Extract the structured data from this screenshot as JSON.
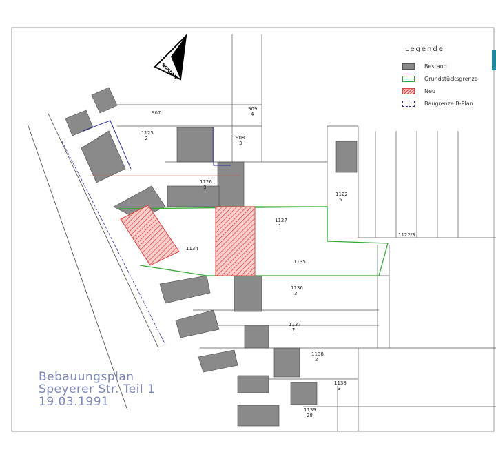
{
  "legend": {
    "title": "Legende",
    "items": [
      {
        "label": "Bestand",
        "color": "#8a8a8a"
      },
      {
        "label": "Grundstücksgrenze",
        "color": "#33aa33"
      },
      {
        "label": "Neu",
        "color": "#e04040"
      },
      {
        "label": "Baugrenze B-Plan",
        "color": "#2a2aa0"
      }
    ]
  },
  "north_label": "NORDEN",
  "title": {
    "line1": "Bebauungsplan",
    "line2": "Speyerer Str. Teil 1",
    "line3": "19.03.1991"
  },
  "parcels": [
    {
      "id": "907",
      "sub": ""
    },
    {
      "id": "909",
      "sub": "4"
    },
    {
      "id": "1125",
      "sub": "2"
    },
    {
      "id": "908",
      "sub": "3"
    },
    {
      "id": "1126",
      "sub": "3"
    },
    {
      "id": "1122",
      "sub": "5"
    },
    {
      "id": "1127",
      "sub": "1"
    },
    {
      "id": "1122/3",
      "sub": ""
    },
    {
      "id": "1134",
      "sub": ""
    },
    {
      "id": "1135",
      "sub": ""
    },
    {
      "id": "1136",
      "sub": "3"
    },
    {
      "id": "1137",
      "sub": "2"
    },
    {
      "id": "1138",
      "sub": "2"
    },
    {
      "id": "1138",
      "sub": "3"
    },
    {
      "id": "1139",
      "sub": "28"
    }
  ]
}
